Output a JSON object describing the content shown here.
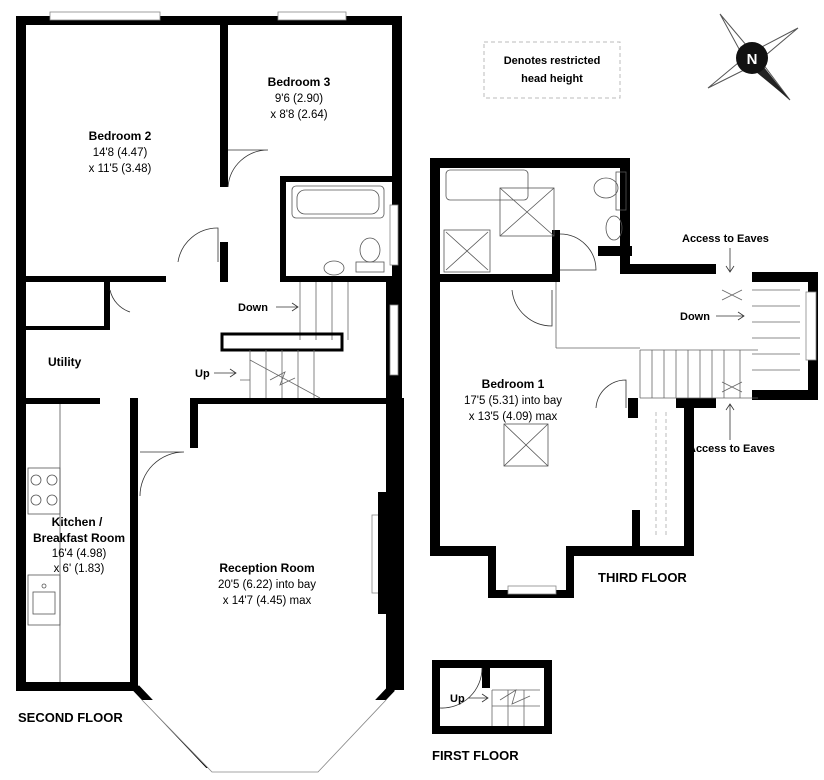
{
  "legend": {
    "line1": "Denotes restricted",
    "line2": "head height"
  },
  "compass": {
    "letter": "N"
  },
  "floors": {
    "second": "SECOND FLOOR",
    "third": "THIRD FLOOR",
    "first": "FIRST FLOOR"
  },
  "rooms": {
    "bedroom2": {
      "name": "Bedroom 2",
      "dim1": "14'8 (4.47)",
      "dim2": "x 11'5 (3.48)"
    },
    "bedroom3": {
      "name": "Bedroom 3",
      "dim1": "9'6 (2.90)",
      "dim2": "x 8'8 (2.64)"
    },
    "utility": {
      "name": "Utility"
    },
    "kitchen": {
      "name1": "Kitchen /",
      "name2": "Breakfast Room",
      "dim1": "16'4 (4.98)",
      "dim2": "x 6' (1.83)"
    },
    "reception": {
      "name": "Reception Room",
      "dim1": "20'5 (6.22) into bay",
      "dim2": "x 14'7 (4.45) max"
    },
    "bedroom1": {
      "name": "Bedroom 1",
      "dim1": "17'5 (5.31) into bay",
      "dim2": "x 13'5 (4.09) max"
    }
  },
  "labels": {
    "down_second": "Down",
    "up_second": "Up",
    "down_third": "Down",
    "eaves_top": "Access to Eaves",
    "eaves_bottom": "Access to Eaves",
    "up_first": "Up"
  }
}
